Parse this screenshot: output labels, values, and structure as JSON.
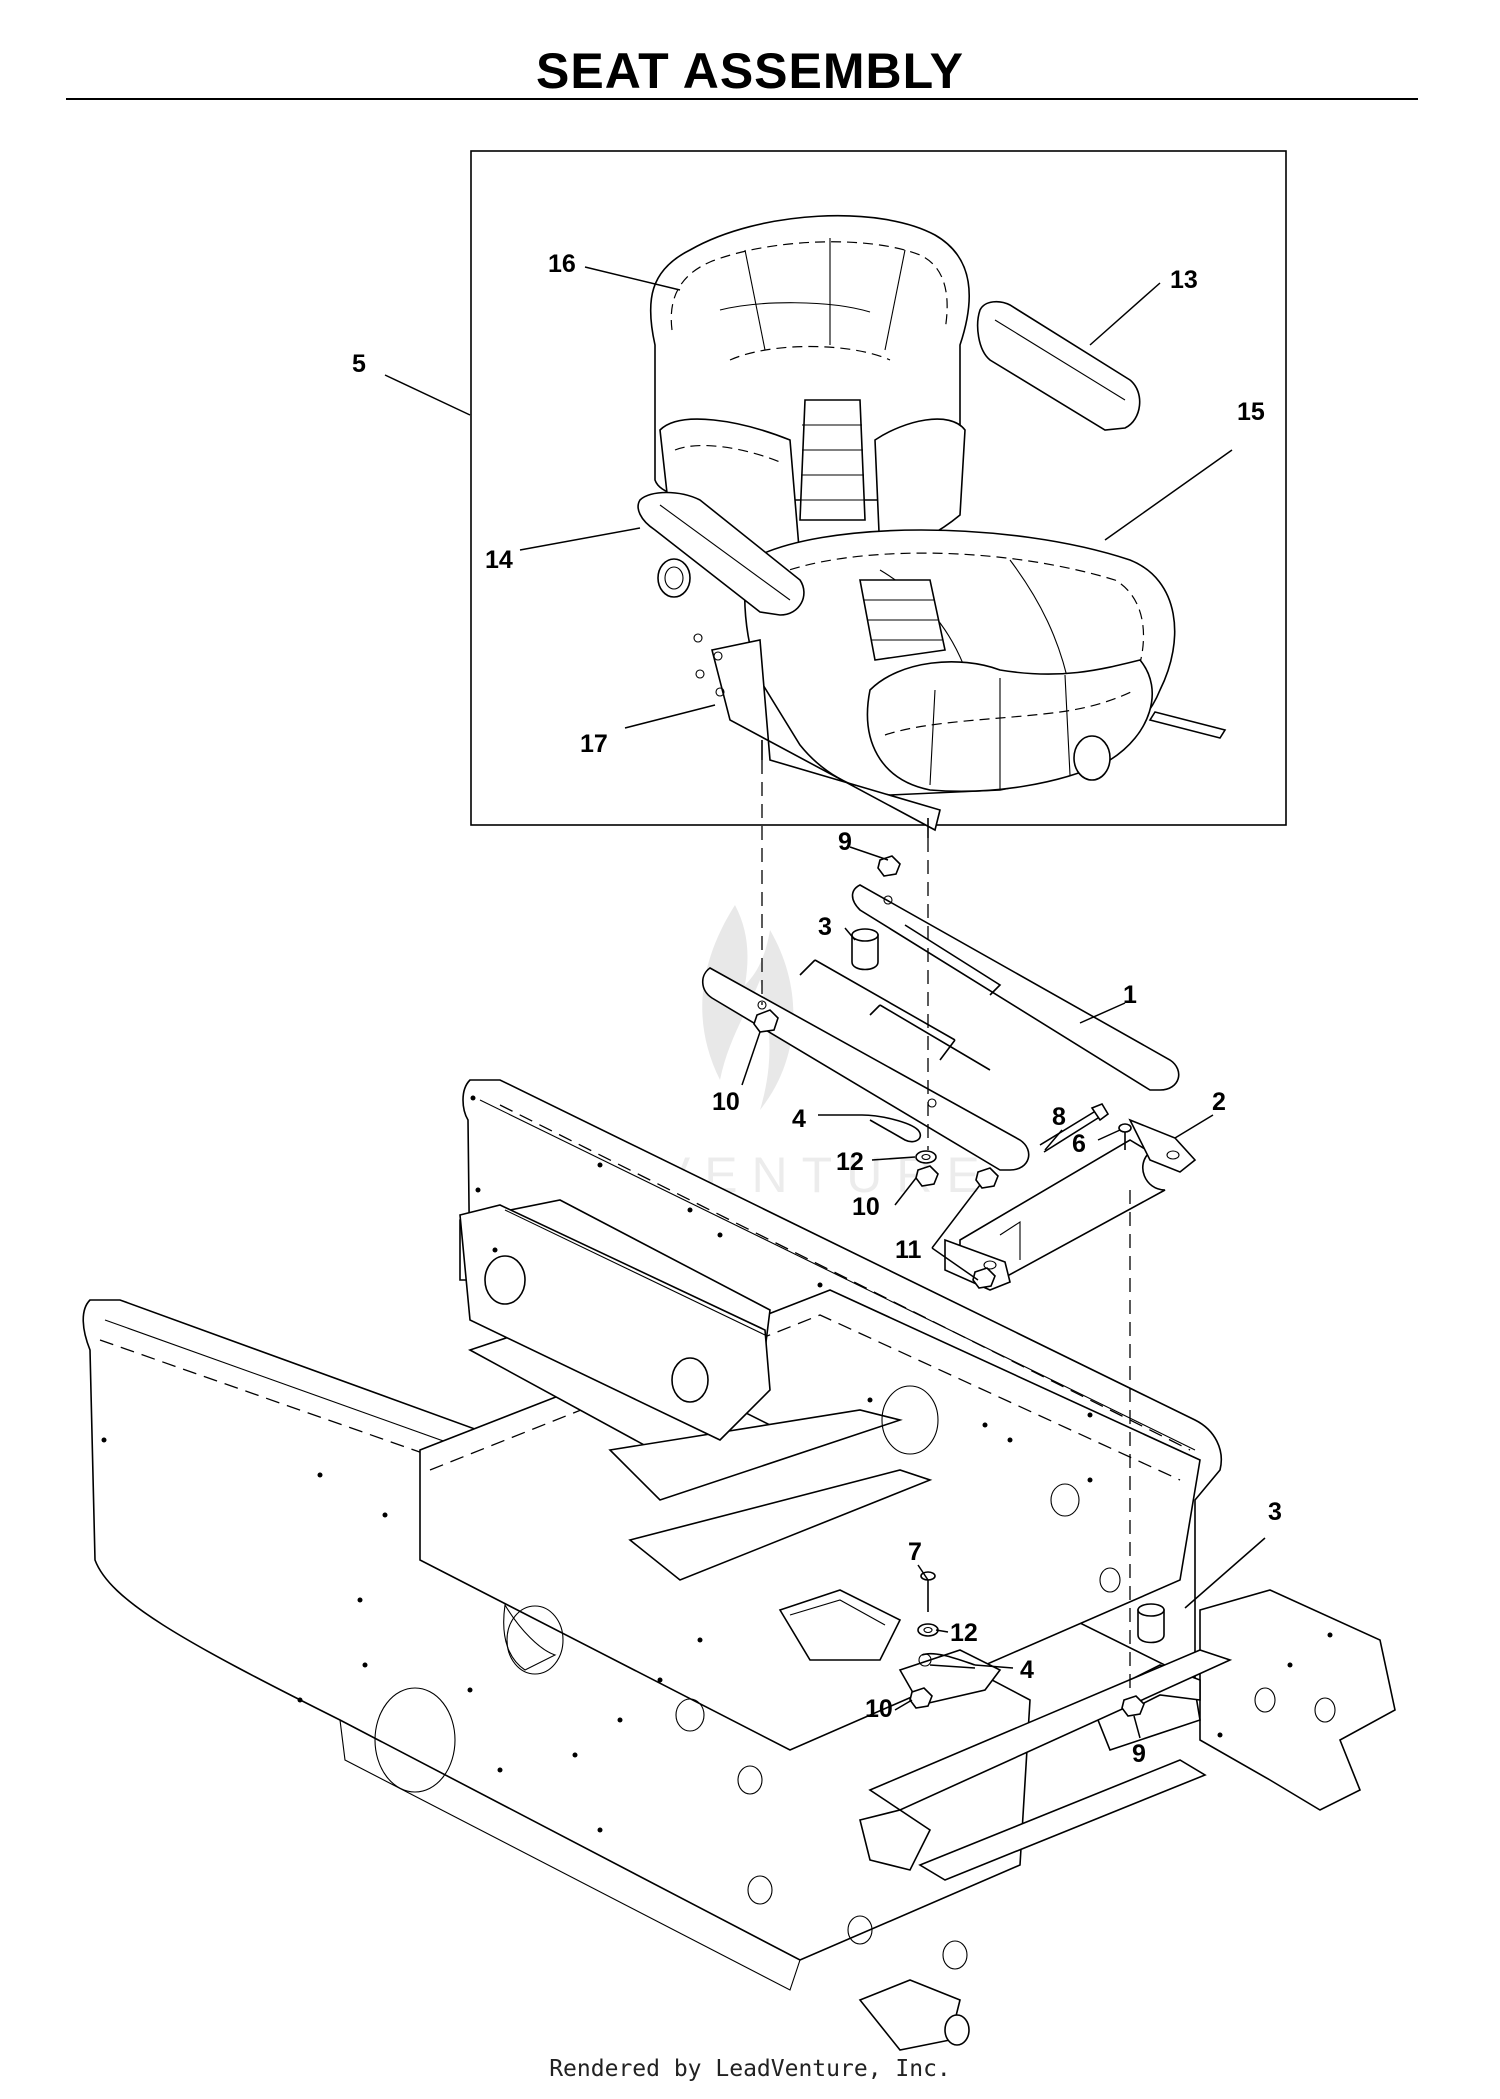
{
  "title": "SEAT ASSEMBLY",
  "footer": "Rendered by LeadVenture, Inc.",
  "watermark": "LEADVENTURE",
  "callouts": [
    {
      "id": "c16",
      "label": "16"
    },
    {
      "id": "c13",
      "label": "13"
    },
    {
      "id": "c5",
      "label": "5"
    },
    {
      "id": "c15",
      "label": "15"
    },
    {
      "id": "c14",
      "label": "14"
    },
    {
      "id": "c17",
      "label": "17"
    },
    {
      "id": "c9a",
      "label": "9"
    },
    {
      "id": "c3a",
      "label": "3"
    },
    {
      "id": "c1",
      "label": "1"
    },
    {
      "id": "c10a",
      "label": "10"
    },
    {
      "id": "c8",
      "label": "8"
    },
    {
      "id": "c2",
      "label": "2"
    },
    {
      "id": "c4a",
      "label": "4"
    },
    {
      "id": "c6",
      "label": "6"
    },
    {
      "id": "c12a",
      "label": "12"
    },
    {
      "id": "c10b",
      "label": "10"
    },
    {
      "id": "c11",
      "label": "11"
    },
    {
      "id": "c3b",
      "label": "3"
    },
    {
      "id": "c7",
      "label": "7"
    },
    {
      "id": "c12b",
      "label": "12"
    },
    {
      "id": "c4b",
      "label": "4"
    },
    {
      "id": "c10c",
      "label": "10"
    },
    {
      "id": "c9b",
      "label": "9"
    }
  ]
}
